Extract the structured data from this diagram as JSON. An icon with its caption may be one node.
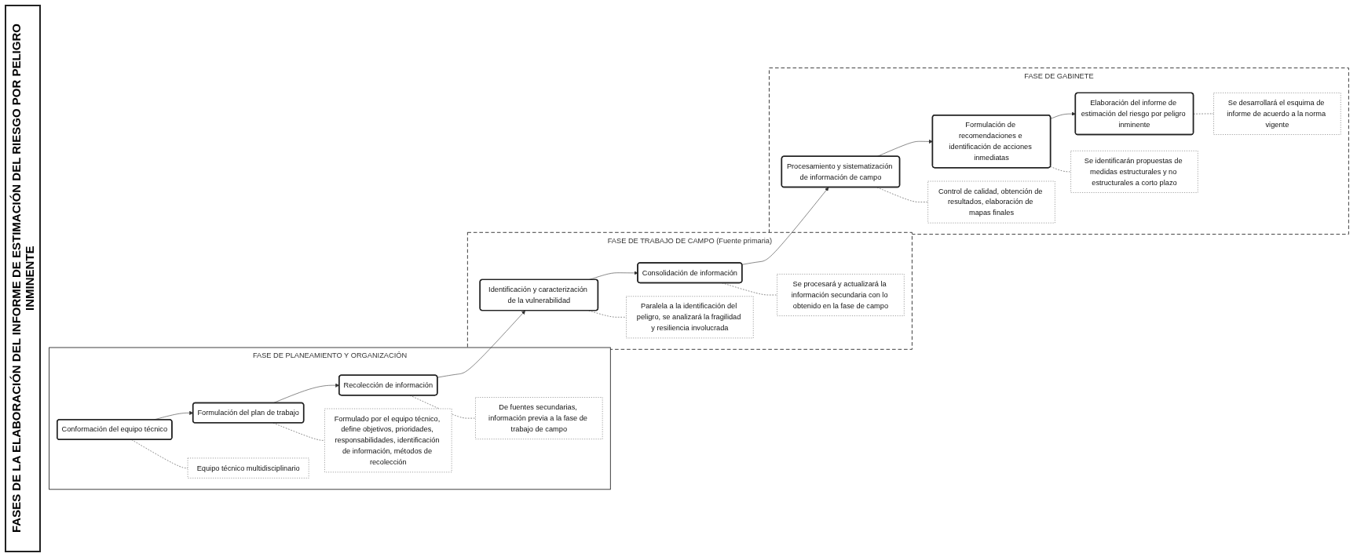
{
  "diagram": {
    "title": "FASES DE LA ELABORACIÓN DEL INFORME DE ESTIMACIÓN DEL RIESGO POR PELIGRO INMINENTE",
    "nodes": [
      {
        "text": [
          "FASE DE PLANEAMIENTO Y ORGANIZACIÓN"
        ]
      },
      {
        "text": [
          "Conformación del equipo técnico"
        ],
        "in": 0
      },
      {
        "text": [
          "Formulación del plan de trabajo"
        ],
        "in": 0
      },
      {
        "text": [
          "Recolección de información"
        ],
        "in": 0
      },
      {
        "text": [
          "Equipo técnico multidisciplinario"
        ],
        "in": 0
      },
      {
        "text": [
          "Formulado por el equipo técnico, define objetivos, prioridades, responsabilidades, identificación de información, métodos de recolección"
        ],
        "in": 0
      },
      {
        "text": [
          "De fuentes secundarias, información previa a la fase de trabajo de campo"
        ],
        "in": 0
      },
      {
        "text": [
          "FASE DE TRABAJO DE CAMPO (Fuente primaria)"
        ]
      },
      {
        "text": [
          "Identificación y caracterización de la vulnerabilidad"
        ],
        "in": 7
      },
      {
        "text": [
          "Consolidación de información"
        ],
        "in": 7
      },
      {
        "text": [
          "Paralela a la identificación del peligro, se analizará la fragilidad y resiliencia involucrada"
        ],
        "in": 7
      },
      {
        "text": [
          "Se procesará y actualizará la información secundaria con lo obtenido en la fase de campo"
        ],
        "in": 7
      },
      {
        "text": [
          "FASE DE GABINETE"
        ]
      },
      {
        "text": [
          "Procesamiento y sistematización de información de campo"
        ],
        "in": 12
      },
      {
        "text": [
          "Formulación de recomendaciones e identificación de acciones inmediatas"
        ],
        "in": 12
      },
      {
        "text": [
          "Elaboración del informe de estimación del riesgo por peligro inminente"
        ],
        "in": 12
      },
      {
        "text": [
          "Control de calidad, obtención de resultados, elaboración de mapas finales"
        ],
        "in": 12
      },
      {
        "text": [
          "Se identificarán propuestas de medidas estructurales y no estructurales a corto plazo"
        ],
        "in": 12
      },
      {
        "text": [
          "Se desarrollará el esquima de informe de acuerdo a la norma vigente"
        ],
        "in": 12
      }
    ],
    "edges": [
      {
        "from": 1,
        "to": 2,
        "arrow": "to"
      },
      {
        "from": 2,
        "to": 3,
        "arrow": "to"
      },
      {
        "from": 3,
        "to": 8,
        "arrow": "to"
      },
      {
        "from": 8,
        "to": 9,
        "arrow": "to"
      },
      {
        "from": 9,
        "to": 13,
        "arrow": "to"
      },
      {
        "from": 13,
        "to": 14,
        "arrow": "to"
      },
      {
        "from": 14,
        "to": 15,
        "arrow": "to"
      },
      {
        "from": 1,
        "to": 4,
        "arrow": "none",
        "style": "dashed"
      },
      {
        "from": 2,
        "to": 5,
        "arrow": "none",
        "style": "dashed"
      },
      {
        "from": 3,
        "to": 6,
        "arrow": "none",
        "style": "dashed"
      },
      {
        "from": 8,
        "to": 10,
        "arrow": "none",
        "style": "dashed"
      },
      {
        "from": 9,
        "to": 11,
        "arrow": "none",
        "style": "dashed"
      },
      {
        "from": 13,
        "to": 16,
        "arrow": "none",
        "style": "dashed"
      },
      {
        "from": 14,
        "to": 17,
        "arrow": "none",
        "style": "dashed"
      },
      {
        "from": 15,
        "to": 18,
        "arrow": "none",
        "style": "dashed"
      }
    ]
  }
}
